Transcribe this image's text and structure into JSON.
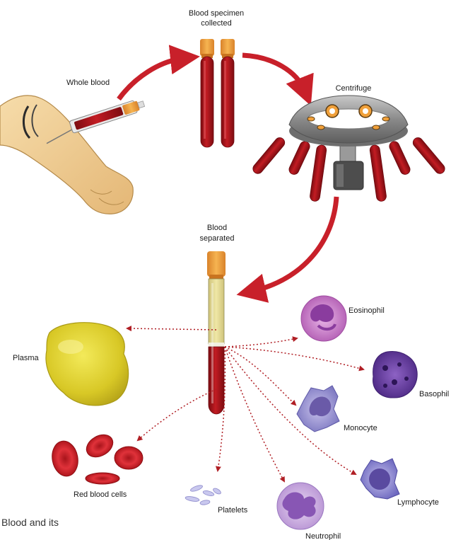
{
  "labels": {
    "whole_blood": "Whole blood",
    "specimen_line1": "Blood specimen",
    "specimen_line2": "collected",
    "centrifuge": "Centrifuge",
    "separated_line1": "Blood",
    "separated_line2": "separated",
    "plasma": "Plasma",
    "red_blood_cells": "Red blood cells",
    "platelets": "Platelets",
    "neutrophil": "Neutrophil",
    "lymphocyte": "Lymphocyte",
    "monocyte": "Monocyte",
    "basophil": "Basophil",
    "eosinophil": "Eosinophil"
  },
  "caption": "Blood and its",
  "colors": {
    "arrow_red": "#c8202a",
    "blood_dark": "#8e0f14",
    "blood": "#b3161d",
    "tube_cap": "#f0a03a",
    "plasma_yellow": "#e4d531",
    "centrifuge_gray": "#8c8c8c",
    "skin": "#f1cf96",
    "cell_purple": "#8a58b8",
    "cell_pink": "#d7a3d6"
  }
}
